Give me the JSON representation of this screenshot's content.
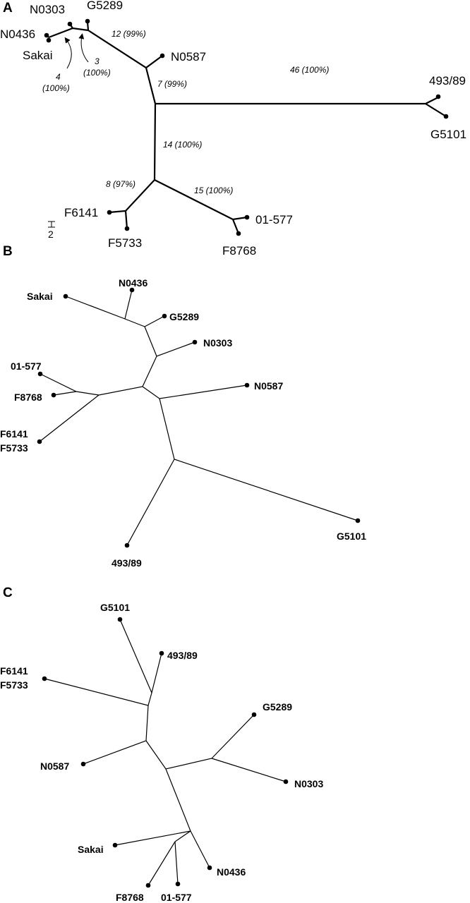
{
  "panels": {
    "a": {
      "label": "A",
      "taxa": {
        "n0303": "N0303",
        "g5289": "G5289",
        "n0436": "N0436",
        "sakai": "Sakai",
        "n0587": "N0587",
        "s493": "493/89",
        "g5101": "G5101",
        "f6141": "F6141",
        "f5733": "F5733",
        "s01577": "01-577",
        "f8768": "F8768"
      },
      "branch_support": [
        {
          "l1": "12 (99%)"
        },
        {
          "l1": "3",
          "l2": "(100%)"
        },
        {
          "l1": "4",
          "l2": "(100%)"
        },
        {
          "l1": "7 (99%)"
        },
        {
          "l1": "46 (100%)"
        },
        {
          "l1": "14 (100%)"
        },
        {
          "l1": "8 (97%)"
        },
        {
          "l1": "15 (100%)"
        }
      ],
      "scale_bar": "2"
    },
    "b": {
      "label": "B",
      "taxa": {
        "sakai": "Sakai",
        "n0436": "N0436",
        "g5289": "G5289",
        "n0303": "N0303",
        "n0587": "N0587",
        "s01577": "01-577",
        "f8768": "F8768",
        "f6141": "F6141",
        "f5733": "F5733",
        "g5101": "G5101",
        "s493": "493/89"
      }
    },
    "c": {
      "label": "C",
      "taxa": {
        "g5101": "G5101",
        "s493": "493/89",
        "f6141": "F6141",
        "f5733": "F5733",
        "g5289": "G5289",
        "n0587": "N0587",
        "n0303": "N0303",
        "sakai": "Sakai",
        "n0436": "N0436",
        "f8768": "F8768",
        "s01577": "01-577"
      }
    }
  }
}
